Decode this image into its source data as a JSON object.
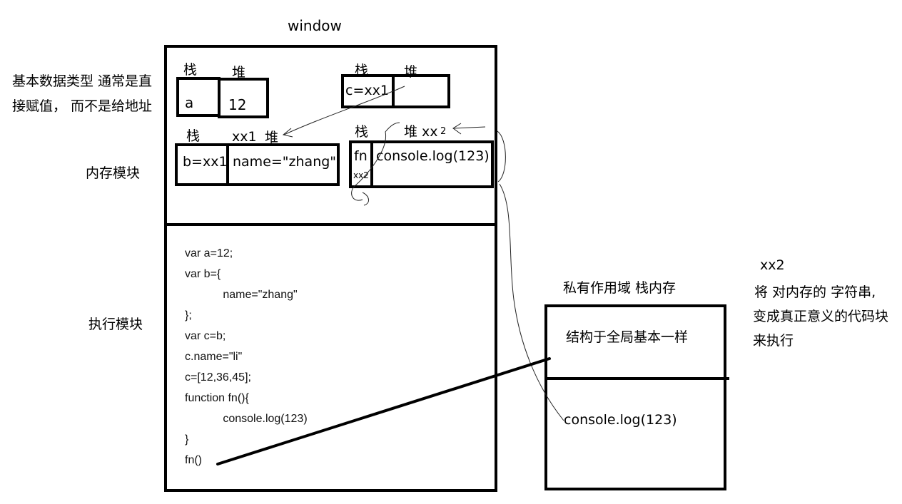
{
  "window_label": "window",
  "left_notes": {
    "basic_types_line1": "基本数据类型 通常是直",
    "basic_types_line2": "接赋值， 而不是给地址",
    "memory_module": "内存模块",
    "execution_module": "执行模块"
  },
  "memory": {
    "group_a": {
      "stack_label": "栈",
      "heap_label": "堆",
      "stack_value": "a",
      "heap_value": "12"
    },
    "group_c": {
      "stack_label": "栈",
      "heap_label": "堆",
      "stack_value": "c=xx1",
      "heap_value": ""
    },
    "group_b": {
      "stack_label": "栈",
      "heap_label": "堆",
      "heap_addr": "xx1",
      "stack_value": "b=xx1",
      "heap_value": "name=\"zhang\""
    },
    "group_fn": {
      "stack_label": "栈",
      "heap_label": "堆 xx",
      "heap_addr_sub": "2",
      "stack_value": "fn",
      "stack_sub": "xx2",
      "heap_value": "console.log(123)"
    }
  },
  "code_lines": [
    "var a=12;",
    "var b={",
    "            name=\"zhang\"",
    "};",
    "var c=b;",
    "c.name=\"li\"",
    "c=[12,36,45];",
    "function fn(){",
    "            console.log(123)",
    "}",
    "fn()"
  ],
  "private_scope": {
    "title": "私有作用域 栈内存",
    "top_text": "结构于全局基本一样",
    "bottom_text": "console.log(123)"
  },
  "right_note": {
    "addr": "xx2",
    "line1": "将 对内存的 字符串,",
    "line2": "变成真正意义的代码块",
    "line3": "来执行"
  }
}
